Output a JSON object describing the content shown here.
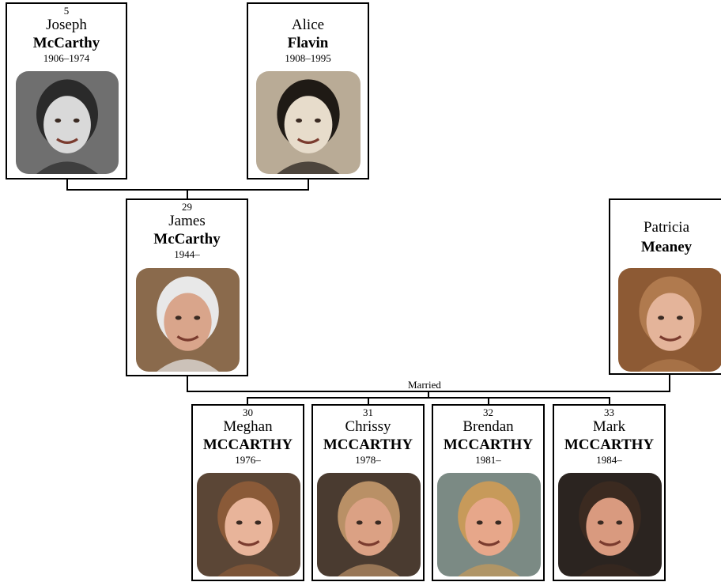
{
  "people": {
    "joseph": {
      "number": "5",
      "given": "Joseph",
      "surname": "McCarthy",
      "dates": "1906–1974"
    },
    "alice": {
      "number": "",
      "given": "Alice",
      "surname": "Flavin",
      "dates": "1908–1995"
    },
    "james": {
      "number": "29",
      "given": "James",
      "surname": "McCarthy",
      "dates": "1944–"
    },
    "patricia": {
      "number": "",
      "given": "Patricia",
      "surname": "Meaney",
      "dates": ""
    },
    "meghan": {
      "number": "30",
      "given": "Meghan",
      "surname": "MCCARTHY",
      "dates": "1976–"
    },
    "chrissy": {
      "number": "31",
      "given": "Chrissy",
      "surname": "MCCARTHY",
      "dates": "1978–"
    },
    "brendan": {
      "number": "32",
      "given": "Brendan",
      "surname": "MCCARTHY",
      "dates": "1981–"
    },
    "mark": {
      "number": "33",
      "given": "Mark",
      "surname": "MCCARTHY",
      "dates": "1984–"
    }
  },
  "relationship_label": "Married",
  "photo_colors": {
    "joseph": {
      "bg": "#6f6f6f",
      "skin": "#d9d9d9",
      "hair": "#2a2a2a"
    },
    "alice": {
      "bg": "#b9ab96",
      "skin": "#e7dccb",
      "hair": "#1f1a15"
    },
    "james": {
      "bg": "#8a6a4c",
      "skin": "#d9a58b",
      "hair": "#e8e8e8"
    },
    "patricia": {
      "bg": "#8d5a34",
      "skin": "#e4b49a",
      "hair": "#b07a4e"
    },
    "meghan": {
      "bg": "#5b4636",
      "skin": "#e8b49a",
      "hair": "#8a5a38"
    },
    "chrissy": {
      "bg": "#4a3b30",
      "skin": "#dba184",
      "hair": "#b99066"
    },
    "brendan": {
      "bg": "#7b8a84",
      "skin": "#e7a78a",
      "hair": "#c79a5a"
    },
    "mark": {
      "bg": "#2b2420",
      "skin": "#d99a7f",
      "hair": "#3b2a20"
    }
  }
}
